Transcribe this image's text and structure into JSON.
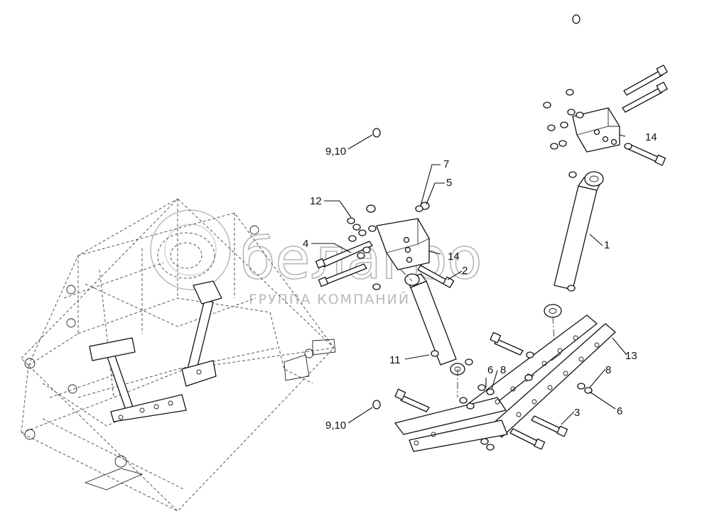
{
  "watermark": {
    "brand": "белагро",
    "tagline": "ГРУППА КОМПАНИЙ"
  },
  "callouts": {
    "c1": "1",
    "c2": "2",
    "c3": "3",
    "c4": "4",
    "c5": "5",
    "c6a": "6",
    "c6b": "6",
    "c7": "7",
    "c8a": "8",
    "c8b": "8",
    "c9_10a": "9,10",
    "c9_10b": "9,10",
    "c11": "11",
    "c12": "12",
    "c13": "13",
    "c14a": "14",
    "c14b": "14"
  }
}
